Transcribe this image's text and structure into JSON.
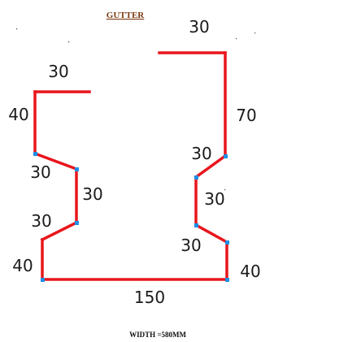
{
  "title": "GUTTER",
  "footer": "WIDTH =580MM",
  "colors": {
    "profile": "#e8161c",
    "node": "#1e8fe6",
    "title": "#7a3b12"
  },
  "dimensions": {
    "top_right": "30",
    "right_upper": "70",
    "right_step_upper": "30",
    "right_mid": "30",
    "right_step_lower": "30",
    "right_lower": "40",
    "base": "150",
    "left_lower": "40",
    "left_step_lower": "30",
    "left_mid": "30",
    "left_step_upper": "30",
    "left_upper": "40",
    "top_left": "30"
  }
}
